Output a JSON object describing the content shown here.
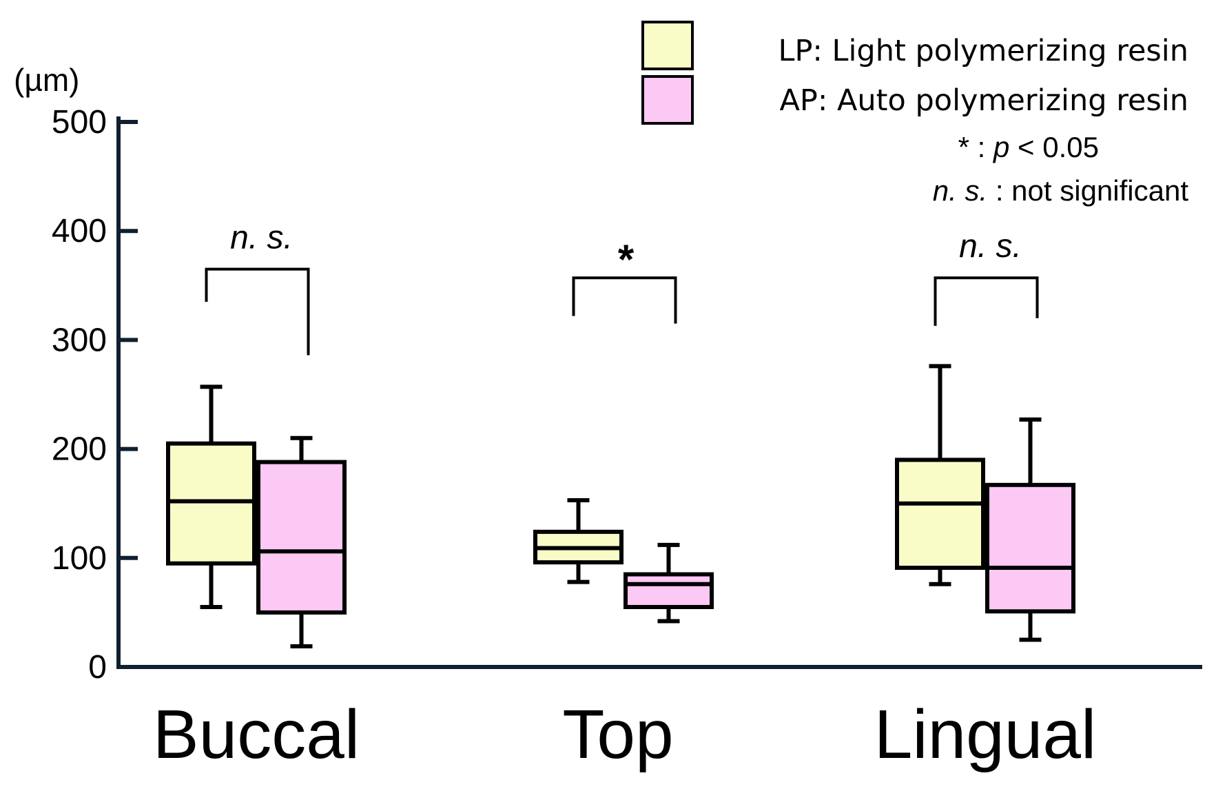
{
  "chart_data": {
    "type": "box",
    "unit_label": "(µm)",
    "categories": [
      "Buccal",
      "Top",
      "Lingual"
    ],
    "ylim": [
      0,
      500
    ],
    "y_ticks": [
      0,
      100,
      200,
      300,
      400,
      500
    ],
    "grid": false,
    "legend_position": "top-right",
    "series": [
      {
        "name": "LP: Light polymerizing resin",
        "color": "#fafcc8",
        "boxes": [
          {
            "category": "Buccal",
            "min": 55,
            "q1": 95,
            "median": 152,
            "q3": 205,
            "max": 257
          },
          {
            "category": "Top",
            "min": 78,
            "q1": 96,
            "median": 109,
            "q3": 124,
            "max": 153
          },
          {
            "category": "Lingual",
            "min": 76,
            "q1": 91,
            "median": 150,
            "q3": 190,
            "max": 276
          }
        ]
      },
      {
        "name": "AP: Auto polymerizing resin",
        "color": "#fcc8f4",
        "boxes": [
          {
            "category": "Buccal",
            "min": 19,
            "q1": 50,
            "median": 106,
            "q3": 188,
            "max": 210
          },
          {
            "category": "Top",
            "min": 42,
            "q1": 55,
            "median": 76,
            "q3": 85,
            "max": 112
          },
          {
            "category": "Lingual",
            "min": 25,
            "q1": 51,
            "median": 91,
            "q3": 167,
            "max": 227
          }
        ]
      }
    ],
    "significance": [
      {
        "category": "Buccal",
        "label": "n. s.",
        "bracket_y": 365,
        "left_y": 335,
        "right_y": 286
      },
      {
        "category": "Top",
        "label": "*",
        "bracket_y": 357,
        "left_y": 322,
        "right_y": 315
      },
      {
        "category": "Lingual",
        "label": "n. s.",
        "bracket_y": 357,
        "left_y": 313,
        "right_y": 320
      }
    ],
    "notes": [
      {
        "symbol": "*",
        "text": " : ",
        "italic": "p",
        "rest": " < 0.05"
      },
      {
        "symbol": "n. s.",
        "text": " : not significant"
      }
    ]
  }
}
